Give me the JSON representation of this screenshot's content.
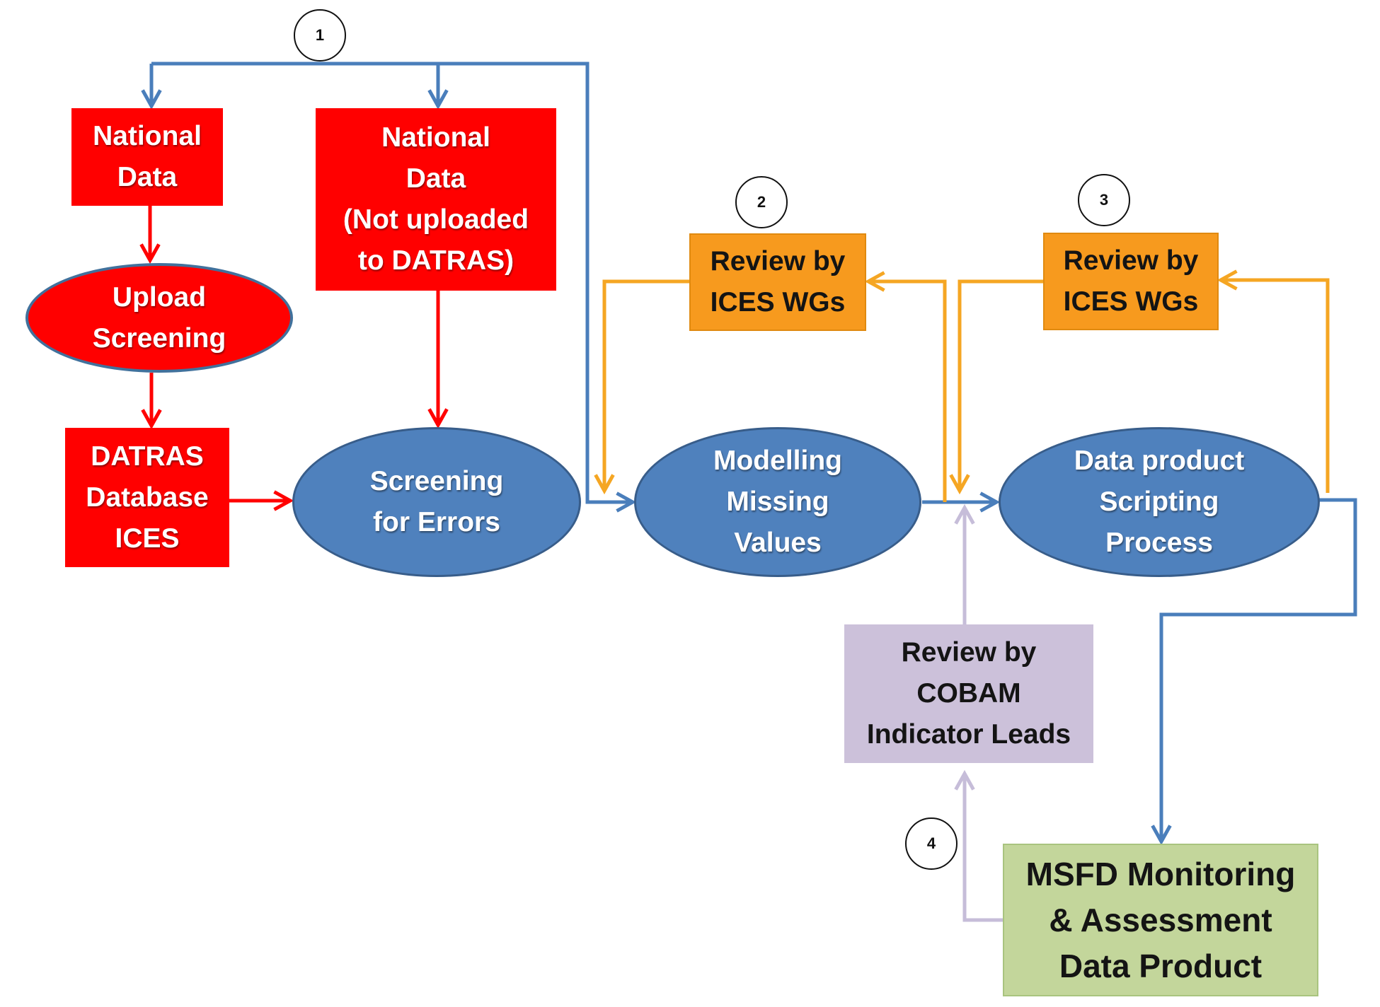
{
  "nodes": {
    "national_data": {
      "lines": [
        "National",
        "Data"
      ]
    },
    "upload_screening": {
      "lines": [
        "Upload",
        "Screening"
      ]
    },
    "datras_database": {
      "lines": [
        "DATRAS",
        "Database",
        "ICES"
      ]
    },
    "national_data_not_uploaded": {
      "lines": [
        "National",
        "Data",
        "(Not uploaded",
        "to DATRAS)"
      ]
    },
    "screening_for_errors": {
      "lines": [
        "Screening",
        "for Errors"
      ]
    },
    "modelling_missing_values": {
      "lines": [
        "Modelling",
        "Missing",
        "Values"
      ]
    },
    "data_product_scripting": {
      "lines": [
        "Data product",
        "Scripting",
        "Process"
      ]
    },
    "review_ices_wgs_a": {
      "lines": [
        "Review by",
        "ICES WGs"
      ]
    },
    "review_ices_wgs_b": {
      "lines": [
        "Review by",
        "ICES WGs"
      ]
    },
    "review_cobam": {
      "lines": [
        "Review by",
        "COBAM",
        "Indicator Leads"
      ]
    },
    "msfd_product": {
      "lines": [
        "MSFD Monitoring",
        "& Assessment",
        "Data Product"
      ]
    }
  },
  "step_markers": [
    "1",
    "2",
    "3",
    "4"
  ],
  "colors": {
    "red": "#ff0000",
    "blue": "#4a7ebb",
    "blue_fill": "#4f81bd",
    "orange": "#f5a623",
    "orange_fill": "#f79a1e",
    "purple_line": "#c6bdd9",
    "purple_fill": "#ccc1da",
    "green_fill": "#c3d69b"
  }
}
